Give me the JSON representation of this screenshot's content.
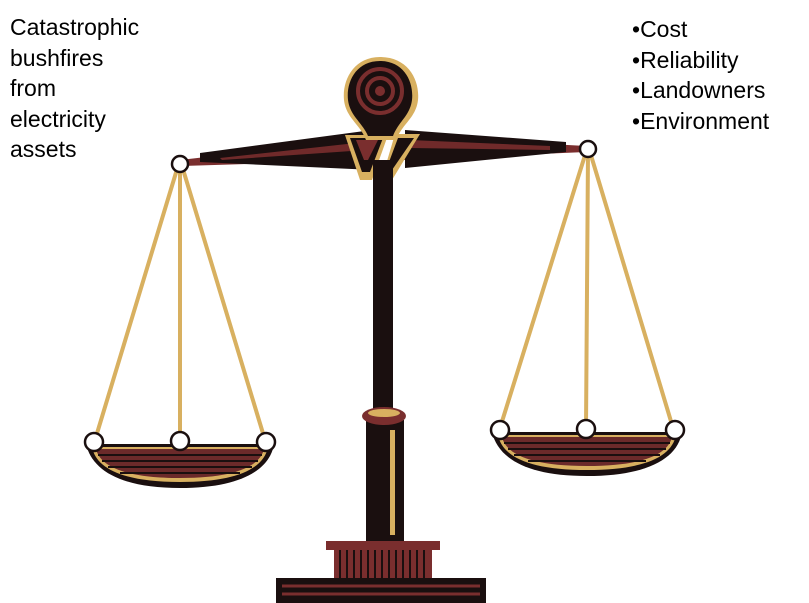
{
  "left_text_lines": [
    "Catastrophic",
    "bushfires",
    "from",
    "electricity",
    "assets"
  ],
  "right_list": {
    "bullet": "•",
    "items": [
      "Cost",
      "Reliability",
      "Landowners",
      "Environment"
    ]
  },
  "colors": {
    "beam": "#1a0f0f",
    "maroon": "#7a2e2e",
    "gold": "#d8b060",
    "pan_stripe": "#6b2a2a"
  },
  "icon": "balance-scale-icon"
}
